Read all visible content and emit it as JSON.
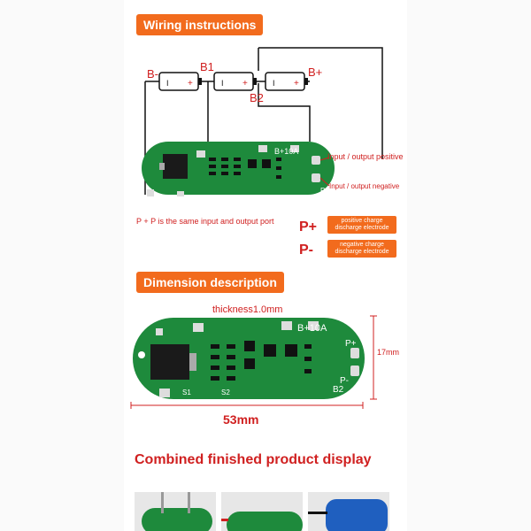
{
  "sections": {
    "wiring": {
      "title": "Wiring instructions",
      "labels": {
        "b_minus": "B-",
        "b1": "B1",
        "b2": "B2",
        "b_plus": "B+"
      },
      "board_label": "B+10A",
      "side_left_minus": "-",
      "positive_label": "Input / output positive",
      "negative_label": "Input / output negative",
      "p_minus_label": "P-",
      "note": "P + P is the same input and output port",
      "p_plus": "P+",
      "p_minus": "P-",
      "p_plus_desc": "positive charge\ndischarge electrode",
      "p_minus_desc": "negative charge\ndischarge electrode",
      "battery_minus": "I",
      "battery_plus": "+"
    },
    "dimension": {
      "title": "Dimension description",
      "thickness": "thickness1.0mm",
      "height": "17mm",
      "width": "53mm",
      "board_label": "B+10A",
      "p_plus": "P+",
      "p_minus": "P-",
      "b2": "B2",
      "s1": "S1",
      "s2": "S2"
    },
    "product": {
      "title": "Combined finished product display"
    }
  },
  "colors": {
    "accent": "#f26b1d",
    "title_red": "#d02020",
    "pcb_green": "#1e8a3c"
  }
}
